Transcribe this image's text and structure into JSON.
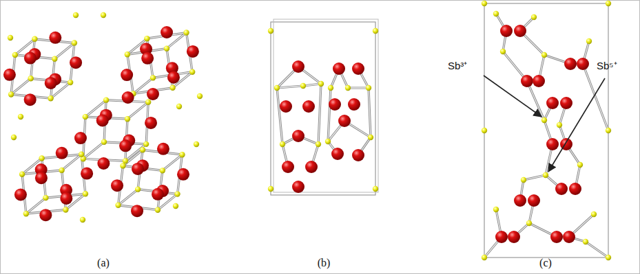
{
  "diagram": {
    "labels": [
      "Sb³⁺",
      "Sb⁵⁺",
      "(a)",
      "(b)",
      "(c)"
    ]
  }
}
